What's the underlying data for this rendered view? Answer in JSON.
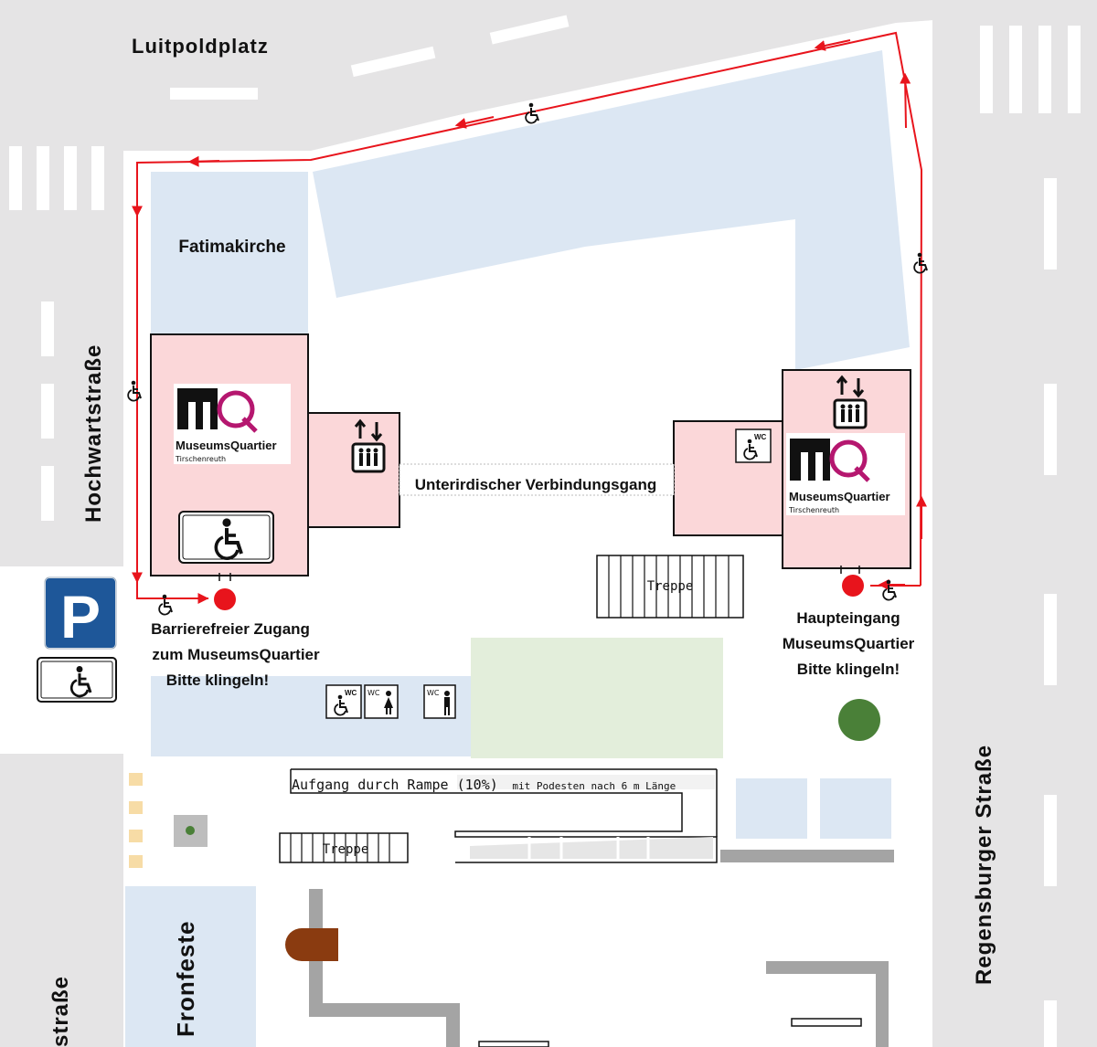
{
  "streets": {
    "north": "Luitpoldplatz",
    "west": "Hochwartstraße",
    "east": "Regensburger Straße",
    "southwest": "straße"
  },
  "buildings": {
    "church": "Fatimakirche",
    "jail": "Fronfeste"
  },
  "corridor": "Unterirdischer Verbindungsgang",
  "logo": {
    "name": "MuseumsQuartier",
    "place": "Tirschenreuth"
  },
  "entrances": {
    "accessible": {
      "line1": "Barrierefreier Zugang",
      "line2": "zum MuseumsQuartier",
      "line3": "Bitte klingeln!"
    },
    "main": {
      "line1": "Haupteingang",
      "line2": "MuseumsQuartier",
      "line3": "Bitte klingeln!"
    }
  },
  "stairs": {
    "label": "Treppe"
  },
  "ramp": {
    "label_main": "Aufgang durch Rampe (10%)",
    "label_detail": "mit Podesten nach 6 m Länge"
  },
  "wc": {
    "label": "WC"
  },
  "parking": {
    "label": "P"
  },
  "colors": {
    "road": "#e5e4e5",
    "building": "#dce7f3",
    "museum": "#fbd7d9",
    "route": "#e8141c",
    "entrance_dot": "#e8141c",
    "green_area": "#e3eedb",
    "tree": "#4a8038",
    "parking_blue": "#1e5799",
    "brand_magenta": "#b5176f",
    "path_gray": "#a4a4a4"
  }
}
